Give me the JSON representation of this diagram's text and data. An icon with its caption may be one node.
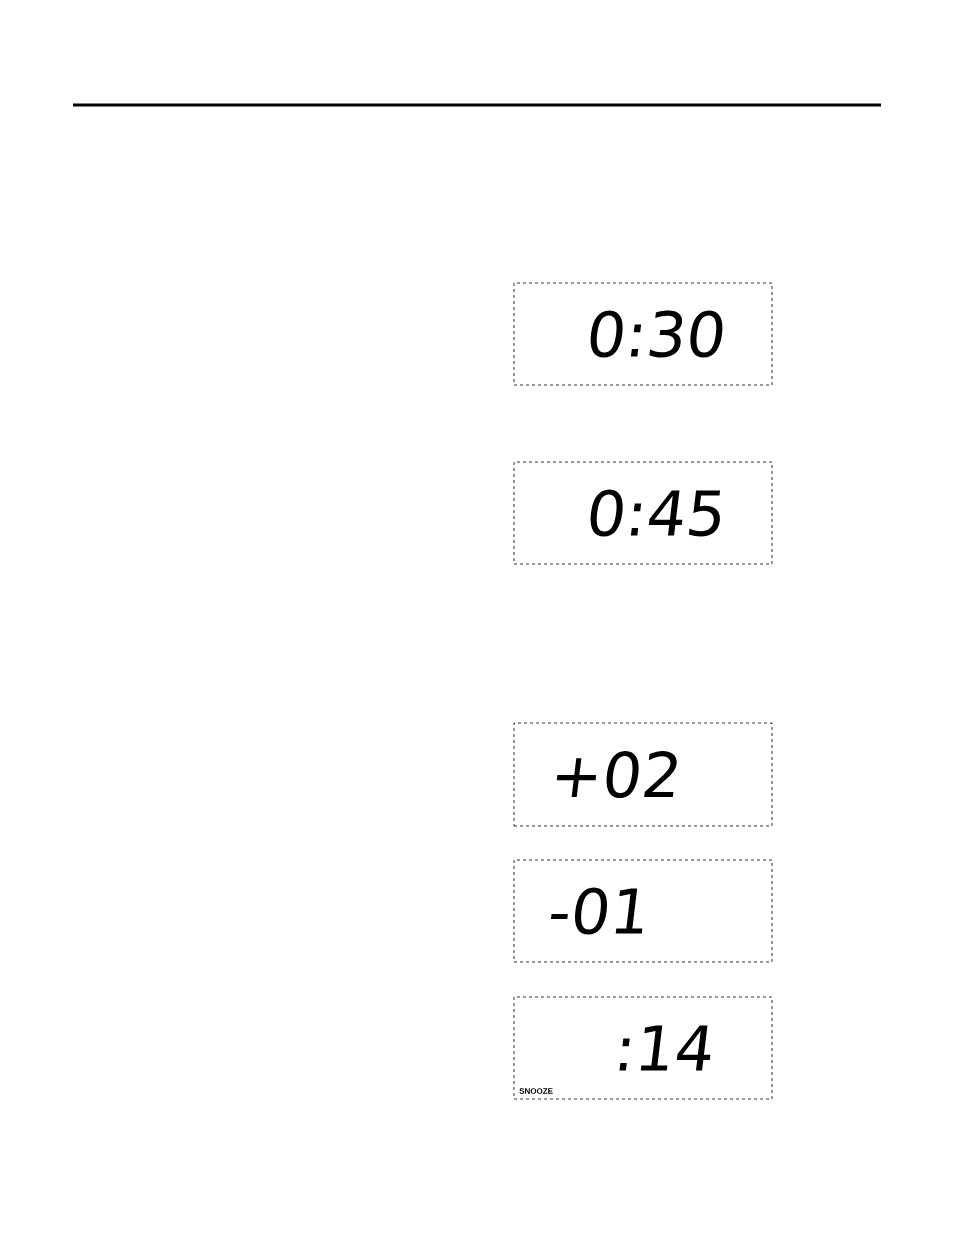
{
  "diagram": {
    "nodes": [
      {
        "text": [
          "0:30"
        ]
      },
      {
        "text": [
          "0:45"
        ]
      },
      {
        "text": [
          "+02"
        ]
      },
      {
        "text": [
          "-01"
        ]
      },
      {
        "text": [
          ":14",
          "SNOOZE"
        ]
      }
    ]
  }
}
